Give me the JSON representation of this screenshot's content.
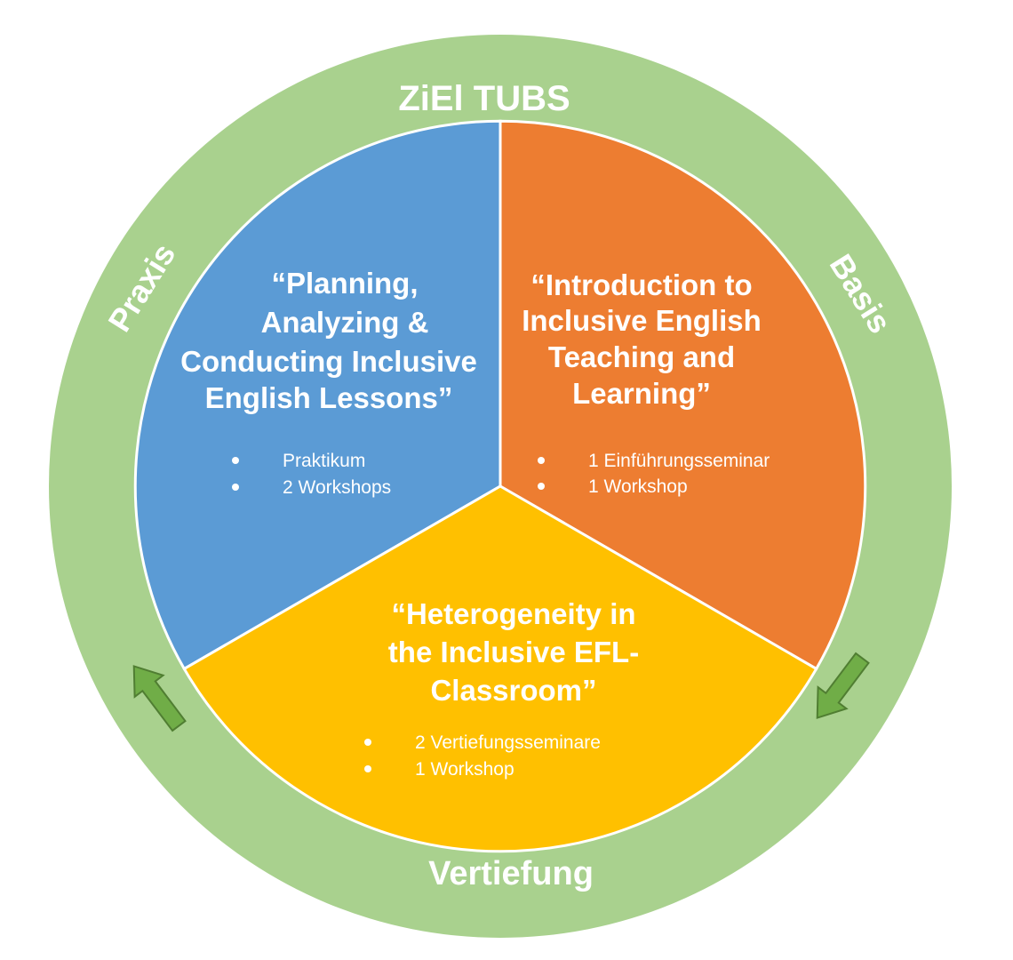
{
  "colors": {
    "ring": "#a9d18e",
    "praxis": "#5b9bd5",
    "basis": "#ed7d31",
    "vertiefung": "#ffc000",
    "arrow": "#70ad47",
    "arrow_stroke": "#507e32",
    "text": "#ffffff"
  },
  "ring": {
    "top_label": "ZiEl TUBS",
    "left_label": "Praxis",
    "right_label": "Basis",
    "bottom_label": "Vertiefung"
  },
  "segments": {
    "praxis": {
      "title_lines": [
        "“Planning,",
        "Analyzing &",
        "Conducting Inclusive",
        "English Lessons”"
      ],
      "items": [
        "Praktikum",
        "2 Workshops"
      ]
    },
    "basis": {
      "title_lines": [
        "“Introduction to",
        "Inclusive English",
        "Teaching and",
        "Learning”"
      ],
      "items": [
        "1 Einführungsseminar",
        "1 Workshop"
      ]
    },
    "vertiefung": {
      "title_lines": [
        "“Heterogeneity in",
        "the Inclusive EFL-",
        "Classroom”"
      ],
      "items": [
        "2 Vertiefungsseminare",
        "1 Workshop"
      ]
    }
  },
  "arrows": {
    "left": "up-left-arrow-icon",
    "right": "down-left-arrow-icon"
  }
}
